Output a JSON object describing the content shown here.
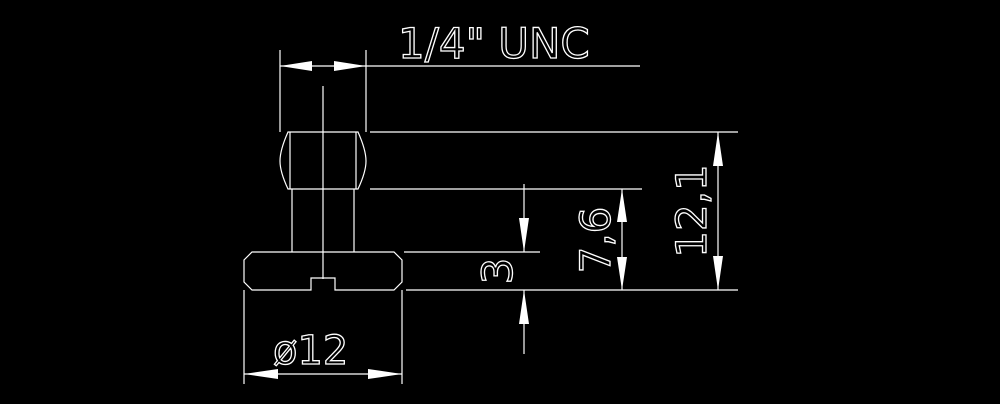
{
  "drawing": {
    "background": "#000000",
    "line_color": "#ffffff",
    "dimensions": {
      "thread": "1/4\" UNC",
      "diameter": "ø12",
      "height_total": "12,1",
      "height_shank": "7,6",
      "height_head": "3"
    }
  }
}
